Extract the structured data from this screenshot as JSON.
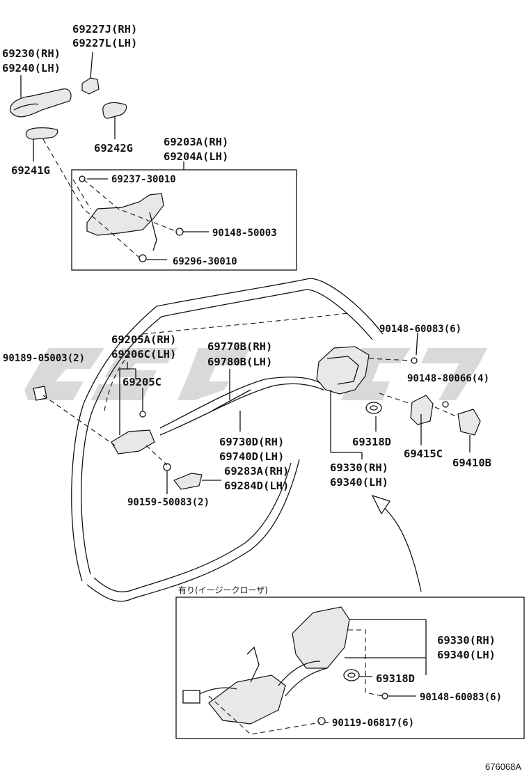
{
  "labels": {
    "p69227j": "69227J(RH)",
    "p69227l": "69227L(LH)",
    "p69230": "69230(RH)",
    "p69240": "69240(LH)",
    "p69242g": "69242G",
    "p69241g": "69241G",
    "p69203a": "69203A(RH)",
    "p69204a": "69204A(LH)",
    "p69237": "69237-30010",
    "p90148_50003": "90148-50003",
    "p69296": "69296-30010",
    "p90148_60083_top": "90148-60083(6)",
    "p69205a": "69205A(RH)",
    "p69206c": "69206C(LH)",
    "p69770b": "69770B(RH)",
    "p69780b": "69780B(LH)",
    "p90189": "90189-05003(2)",
    "p69205c": "69205C",
    "p90148_80066": "90148-80066(4)",
    "p69318d_top": "69318D",
    "p69730d": "69730D(RH)",
    "p69740d": "69740D(LH)",
    "p69415c": "69415C",
    "p69410b": "69410B",
    "p69330_top": "69330(RH)",
    "p69340_top": "69340(LH)",
    "p69283a": "69283A(RH)",
    "p69284d": "69284D(LH)",
    "p90159": "90159-50083(2)",
    "inset_title": "有り(イージークローザ)",
    "p69330_inset": "69330(RH)",
    "p69340_inset": "69340(LH)",
    "p69318d_inset": "69318D",
    "p90148_60083_inset": "90148-60083(6)",
    "p90119": "90119-06817(6)",
    "diagram_code": "676068A"
  }
}
